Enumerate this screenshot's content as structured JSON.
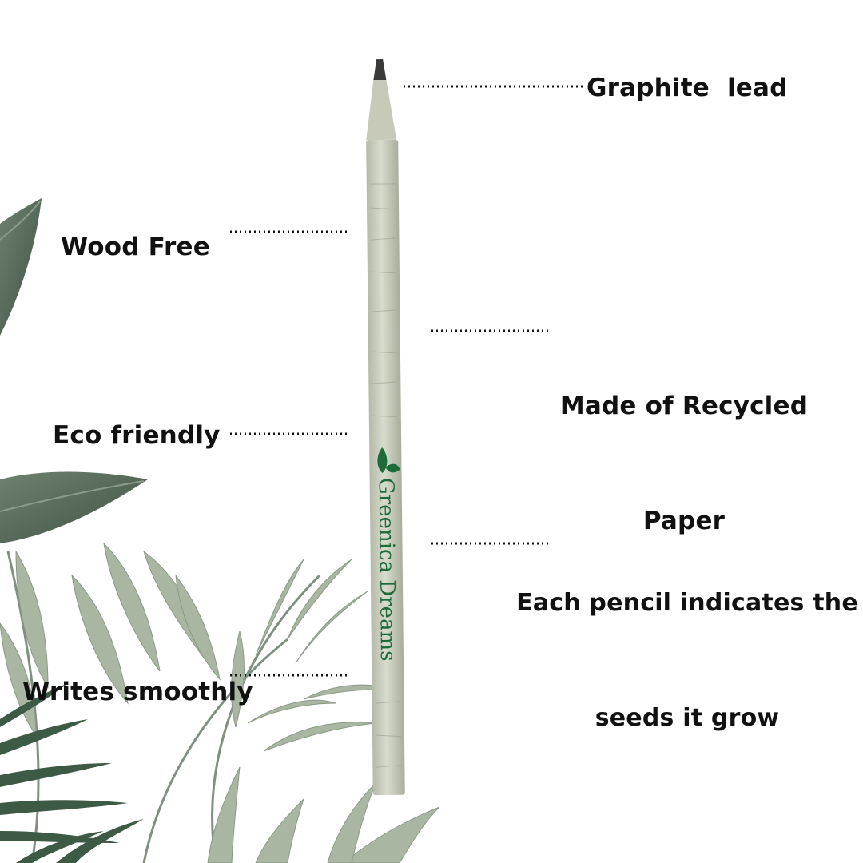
{
  "labels": {
    "graphite": "Graphite  lead",
    "wood_free": "Wood Free",
    "recycled_line1": "Made of Recycled",
    "recycled_line2": "Paper",
    "eco": "Eco friendly",
    "seeds_line1": "Each pencil indicates the",
    "seeds_line2": "seeds it grow",
    "smooth": "Writes smoothly"
  },
  "pencil": {
    "brand": "Greenica Dreams"
  },
  "colors": {
    "text": "#111111",
    "pencil_body": "#c9cdbd",
    "brand_green": "#1e6b3a",
    "leaf_dark": "#5f7262",
    "leaf_light": "#a9b8a4"
  }
}
